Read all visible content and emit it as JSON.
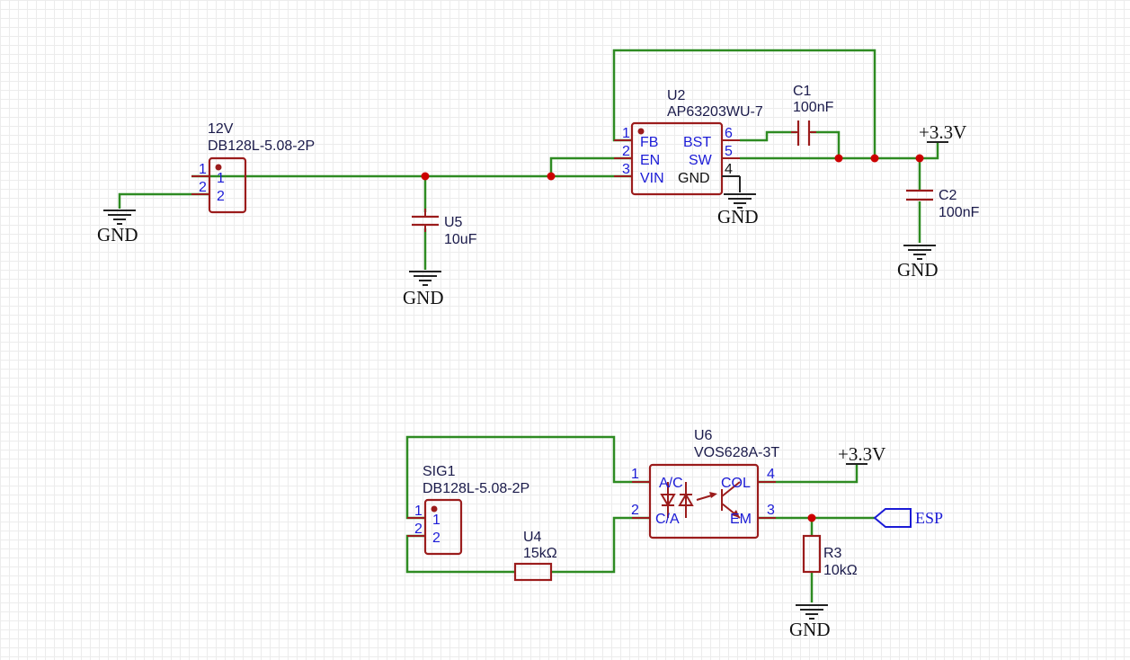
{
  "power_section": {
    "j1": {
      "designator": "12V",
      "part": "DB128L-5.08-2P",
      "pin1_ext": "1",
      "pin2_ext": "2",
      "pin1_int": "1",
      "pin2_int": "2"
    },
    "u2": {
      "designator": "U2",
      "part": "AP63203WU-7",
      "pins": {
        "fb_num": "1",
        "fb": "FB",
        "en_num": "2",
        "en": "EN",
        "vin_num": "3",
        "vin": "VIN",
        "bst_num": "6",
        "bst": "BST",
        "sw_num": "5",
        "sw": "SW",
        "gnd_num": "4",
        "gnd": "GND"
      }
    },
    "c1": {
      "designator": "C1",
      "value": "100nF"
    },
    "c2": {
      "designator": "C2",
      "value": "100nF"
    },
    "u5": {
      "designator": "U5",
      "value": "10uF"
    },
    "gnd_labels": [
      "GND",
      "GND",
      "GND",
      "GND"
    ],
    "power_label": "+3.3V"
  },
  "signal_section": {
    "sig1": {
      "designator": "SIG1",
      "part": "DB128L-5.08-2P",
      "pin1_ext": "1",
      "pin2_ext": "2",
      "pin1_int": "1",
      "pin2_int": "2"
    },
    "u6": {
      "designator": "U6",
      "part": "VOS628A-3T",
      "pins": {
        "ac_num": "1",
        "ac": "A/C",
        "ca_num": "2",
        "ca": "C/A",
        "col_num": "4",
        "col": "COL",
        "em_num": "3",
        "em": "EM"
      }
    },
    "u4": {
      "designator": "U4",
      "value": "15kΩ"
    },
    "r3": {
      "designator": "R3",
      "value": "10kΩ"
    },
    "power_label": "+3.3V",
    "gnd_label": "GND",
    "net_port": "ESP"
  },
  "colors": {
    "wire": "#2e8b22",
    "component": "#9b1c1c",
    "pin_text": "#1b1bd6",
    "junction": "#cc0000"
  }
}
